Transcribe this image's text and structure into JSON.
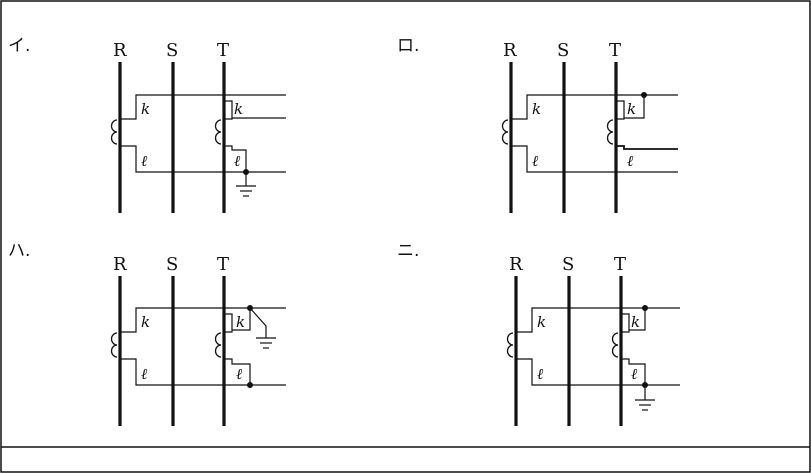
{
  "options": [
    {
      "marker": "イ.",
      "phase_labels": [
        "R",
        "S",
        "T"
      ],
      "terminal_k": "k",
      "terminal_l": "ℓ",
      "ground_symbols": 1
    },
    {
      "marker": "ロ.",
      "phase_labels": [
        "R",
        "S",
        "T"
      ],
      "terminal_k": "k",
      "terminal_l": "ℓ",
      "ground_symbols": 0
    },
    {
      "marker": "ハ.",
      "phase_labels": [
        "R",
        "S",
        "T"
      ],
      "terminal_k": "k",
      "terminal_l": "ℓ",
      "ground_symbols": 1
    },
    {
      "marker": "ニ.",
      "phase_labels": [
        "R",
        "S",
        "T"
      ],
      "terminal_k": "k",
      "terminal_l": "ℓ",
      "ground_symbols": 1
    }
  ],
  "colors": {
    "line": "#111111",
    "background": "#ffffff"
  }
}
